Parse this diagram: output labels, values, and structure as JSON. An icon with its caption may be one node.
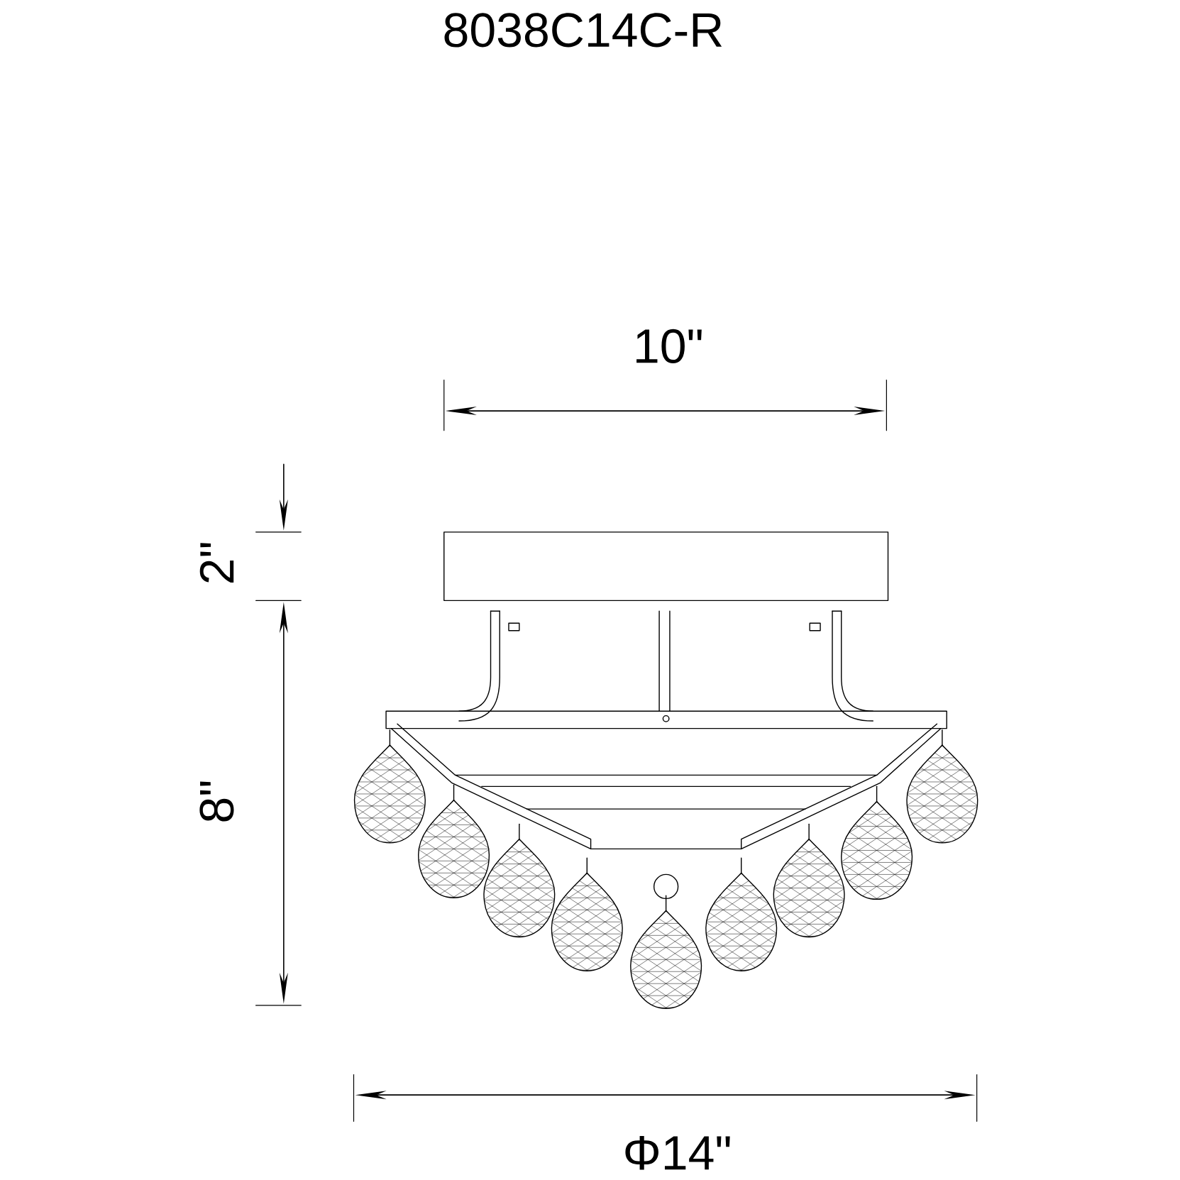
{
  "diagram": {
    "title": "8038C14C-R",
    "labels": [
      "10\"",
      "2\"",
      "8\"",
      "Φ14\""
    ]
  }
}
